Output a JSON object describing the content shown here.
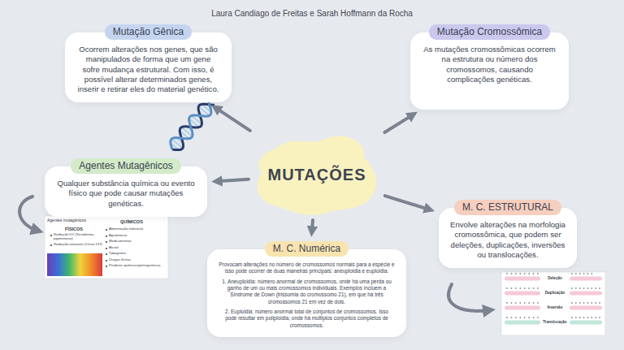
{
  "diagram": {
    "nodes": [
      {
        "text": [
          "MUTAÇÕES"
        ]
      },
      {
        "text": [
          "Mutação Gênica",
          "Ocorrem alterações nos genes, que são manipulados de forma que um gene sofre mudança estrutural. Com isso, é possível alterar determinados genes, inserir e retirar eles do material genético."
        ]
      },
      {
        "text": [
          "Mutação Cromossômica",
          "As mutações cromossômicas ocorrem na estrutura ou número dos cromossomos, causando complicações genéticas."
        ]
      },
      {
        "text": [
          "Agentes Mutagênicos",
          "Qualquer substância química ou evento físico que pode causar mutações genéticas."
        ]
      },
      {
        "text": [
          "M. C. Numérica",
          "Provocam alterações no número de cromossomos normais para a espécie e isso pode ocorrer de duas maneiras principais: aneuploidia e euploidia.",
          "1. Aneuploidia: número anormal de cromossomos, onde há uma perda ou ganho de um ou mais cromossomos individuais. Exemplos incluem a Síndrome de Down (trissomia do cromossomo 21), em que há três cromossomos 21 em vez de dois.",
          "2. Euploidia: número anormal total de conjuntos de cromossomos. Isso pode resultar em poliploidia, onde há múltiplos conjuntos completos de cromossomos."
        ]
      },
      {
        "text": [
          "M. C. ESTRUTURAL",
          "Envolve alterações na morfologia cromossômica, que podem ser deleções, duplicações, inversões ou translocações."
        ]
      }
    ],
    "edges": [
      {
        "from": 0,
        "to": 1,
        "arrow": "to"
      },
      {
        "from": 0,
        "to": 2,
        "arrow": "to"
      },
      {
        "from": 0,
        "to": 3,
        "arrow": "to"
      },
      {
        "from": 0,
        "to": 4,
        "arrow": "to"
      },
      {
        "from": 0,
        "to": 5,
        "arrow": "to"
      }
    ],
    "labels": [
      "Laura Candiago de Freitas e Sarah Hoffmann da Rocha",
      "Agentes mutagênicos",
      "FÍSICOS",
      "Radiação UV (Xeroderma pigmentoso)",
      "Radiação ionizante (Césio 137)",
      "QUÍMICOS",
      "Alimentação industrial",
      "Agrotóxicos",
      "Medicamentos",
      "Álcool",
      "Tabagismo",
      "Drogas ilícitas",
      "Produtos químicos/petroquímicos",
      "Deleção",
      "Duplicação",
      "Inversão",
      "Translocação"
    ]
  }
}
